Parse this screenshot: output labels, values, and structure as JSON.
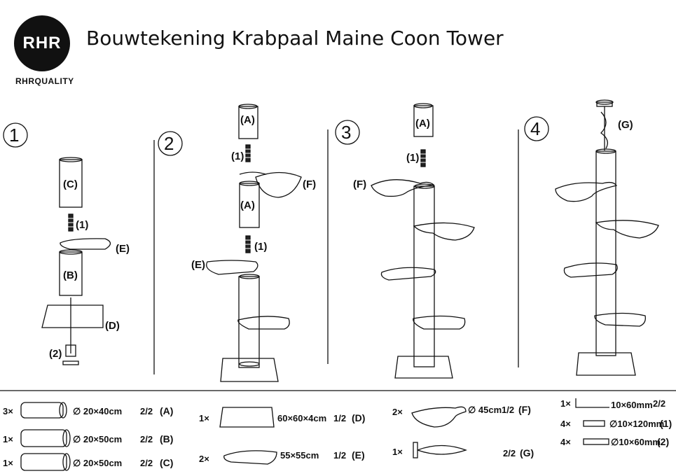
{
  "header": {
    "logo_text": "RHR",
    "brand": "RHRQUALITY",
    "title": "Bouwtekening Krabpaal Maine Coon Tower"
  },
  "steps": [
    "1",
    "2",
    "3",
    "4"
  ],
  "labels": {
    "A": "(A)",
    "B": "(B)",
    "C": "(C)",
    "D": "(D)",
    "E": "(E)",
    "F": "(F)",
    "G": "(G)",
    "one": "(1)",
    "two": "(2)"
  },
  "parts": {
    "a": {
      "qty": "3×",
      "dim": "∅ 20×40cm",
      "count": "2/2",
      "id": "(A)"
    },
    "b": {
      "qty": "1×",
      "dim": "∅ 20×50cm",
      "count": "2/2",
      "id": "(B)"
    },
    "c": {
      "qty": "1×",
      "dim": "∅ 20×50cm",
      "count": "2/2",
      "id": "(C)"
    },
    "d": {
      "qty": "1×",
      "dim": "60×60×4cm",
      "count": "1/2",
      "id": "(D)"
    },
    "e": {
      "qty": "2×",
      "dim": "55×55cm",
      "count": "1/2",
      "id": "(E)"
    },
    "f": {
      "qty": "2×",
      "dim": "∅ 45cm",
      "count": "1/2",
      "id": "(F)"
    },
    "g": {
      "qty": "1×",
      "count": "2/2",
      "id": "(G)"
    },
    "s1": {
      "qty": "1×",
      "dim": "10×60mm",
      "count": "2/2"
    },
    "s2": {
      "qty": "4×",
      "dim": "∅10×120mm",
      "id": "(1)"
    },
    "s3": {
      "qty": "4×",
      "dim": "∅10×60mm",
      "id": "(2)"
    }
  }
}
